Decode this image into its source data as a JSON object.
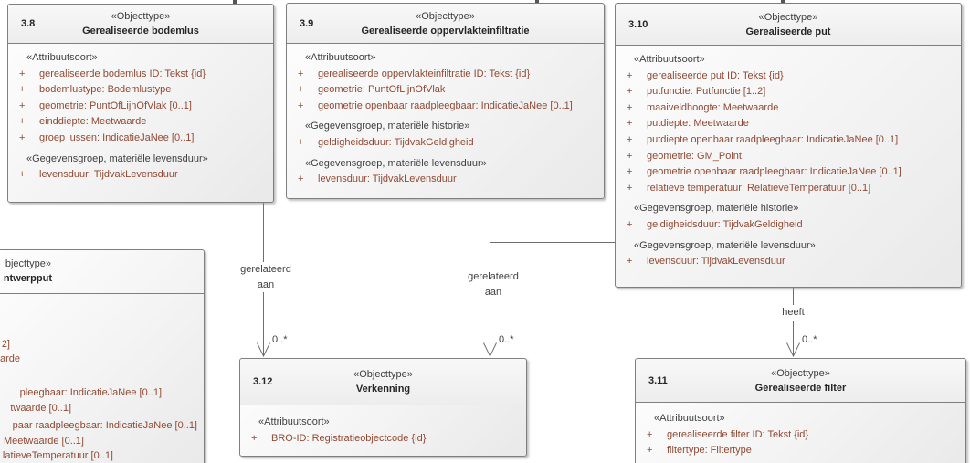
{
  "vis": "+",
  "classes": {
    "bodemlus": {
      "number": "3.8",
      "stereotype": "«Objecttype»",
      "name": "Gerealiseerde bodemlus",
      "sections": [
        {
          "header": "«Attribuutsoort»",
          "attrs": [
            "gerealiseerde bodemlus ID: Tekst {id}",
            "bodemlustype: Bodemlustype",
            "geometrie: PuntOfLijnOfVlak [0..1]",
            "einddiepte: Meetwaarde",
            "groep lussen: IndicatieJaNee [0..1]"
          ]
        },
        {
          "header": "«Gegevensgroep, materiële levensduur»",
          "attrs": [
            "levensduur: TijdvakLevensduur"
          ]
        }
      ]
    },
    "oppervlakteinfiltratie": {
      "number": "3.9",
      "stereotype": "«Objecttype»",
      "name": "Gerealiseerde oppervlakteinfiltratie",
      "sections": [
        {
          "header": "«Attribuutsoort»",
          "attrs": [
            "gerealiseerde oppervlakteinfiltratie ID: Tekst {id}",
            "geometrie: PuntOfLijnOfVlak",
            "geometrie openbaar raadpleegbaar: IndicatieJaNee [0..1]"
          ]
        },
        {
          "header": "«Gegevensgroep, materiële historie»",
          "attrs": [
            "geldigheidsduur: TijdvakGeldigheid"
          ]
        },
        {
          "header": "«Gegevensgroep, materiële levensduur»",
          "attrs": [
            "levensduur: TijdvakLevensduur"
          ]
        }
      ]
    },
    "put": {
      "number": "3.10",
      "stereotype": "«Objecttype»",
      "name": "Gerealiseerde put",
      "sections": [
        {
          "header": "«Attribuutsoort»",
          "attrs": [
            "gerealiseerde put ID: Tekst {id}",
            "putfunctie: Putfunctie [1..2]",
            "maaiveldhoogte: Meetwaarde",
            "putdiepte: Meetwaarde",
            "putdiepte openbaar raadpleegbaar: IndicatieJaNee [0..1]",
            "geometrie: GM_Point",
            "geometrie openbaar raadpleegbaar: IndicatieJaNee [0..1]",
            "relatieve temperatuur: RelatieveTemperatuur [0..1]"
          ]
        },
        {
          "header": "«Gegevensgroep, materiële historie»",
          "attrs": [
            "geldigheidsduur: TijdvakGeldigheid"
          ]
        },
        {
          "header": "«Gegevensgroep, materiële levensduur»",
          "attrs": [
            "levensduur: TijdvakLevensduur"
          ]
        }
      ]
    },
    "verkenning": {
      "number": "3.12",
      "stereotype": "«Objecttype»",
      "name": "Verkenning",
      "sections": [
        {
          "header": "«Attribuutsoort»",
          "attrs": [
            "BRO-ID: Registratieobjectcode {id}"
          ]
        }
      ]
    },
    "filter": {
      "number": "3.11",
      "stereotype": "«Objecttype»",
      "name": "Gerealiseerde filter",
      "sections": [
        {
          "header": "«Attribuutsoort»",
          "attrs": [
            "gerealiseerde filter ID: Tekst {id}",
            "filtertype: Filtertype"
          ]
        }
      ]
    }
  },
  "partial": {
    "stereotype_fragment": "bjecttype»",
    "name_fragment": "ntwerpput",
    "fragments": [
      "2]",
      "arde",
      "pleegbaar: IndicatieJaNee [0..1]",
      "twaarde [0..1]",
      "paar raadpleegbaar: IndicatieJaNee [0..1]",
      "Meetwaarde [0..1]",
      "latieveTemperatuur [0..1]"
    ]
  },
  "connectors": {
    "c1": {
      "label_line1": "gerelateerd",
      "label_line2": "aan",
      "mult": "0..*"
    },
    "c2": {
      "label_line1": "gerelateerd",
      "label_line2": "aan",
      "mult": "0..*"
    },
    "c3": {
      "label": "heeft",
      "mult": "0..*"
    }
  }
}
